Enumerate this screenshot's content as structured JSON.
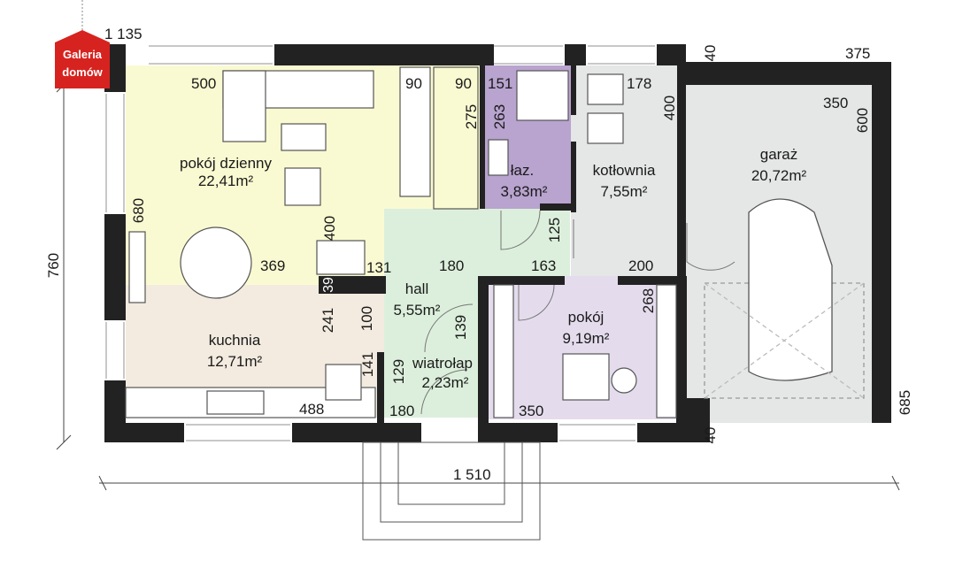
{
  "logo": {
    "line1": "Galeria",
    "line2": "domów",
    "color": "#d7231f"
  },
  "rooms": [
    {
      "id": "living",
      "name": "pokój dzienny",
      "area": "22,41m²",
      "color": "#fafad2"
    },
    {
      "id": "kitchen",
      "name": "kuchnia",
      "area": "12,71m²",
      "color": "#f3ebe0"
    },
    {
      "id": "hall",
      "name": "hall",
      "area": "5,55m²",
      "color": "#dcefdc"
    },
    {
      "id": "vestibule",
      "name": "wiatrołap",
      "area": "2,23m²",
      "color": "#dcefdc"
    },
    {
      "id": "bathroom",
      "name": "łaz.",
      "area": "3,83m²",
      "color": "#b9a3cf"
    },
    {
      "id": "boiler",
      "name": "kotłownia",
      "area": "7,55m²",
      "color": "#e5e6e6"
    },
    {
      "id": "garage",
      "name": "garaż",
      "area": "20,72m²",
      "color": "#e5e6e6"
    },
    {
      "id": "room",
      "name": "pokój",
      "area": "9,19m²",
      "color": "#e4dced"
    }
  ],
  "dimensions": {
    "top_left": "1 135",
    "top_right": "375",
    "bottom_total": "1 510",
    "left_total": "760",
    "right_total": "685",
    "d500": "500",
    "d90a": "90",
    "d90b": "90",
    "d151": "151",
    "d263": "263",
    "d275": "275",
    "d178": "178",
    "d400_boiler": "400",
    "d40_top": "40",
    "d350_garage": "350",
    "d600": "600",
    "d680": "680",
    "d400_fire": "400",
    "d369": "369",
    "d131": "131",
    "d180_hall": "180",
    "d163": "163",
    "d200": "200",
    "d125": "125",
    "d39": "39",
    "d241": "241",
    "d100": "100",
    "d139": "139",
    "d268": "268",
    "d141": "141",
    "d129": "129",
    "d180_vest": "180",
    "d488": "488",
    "d350_room": "350",
    "d40_bottom": "40"
  }
}
